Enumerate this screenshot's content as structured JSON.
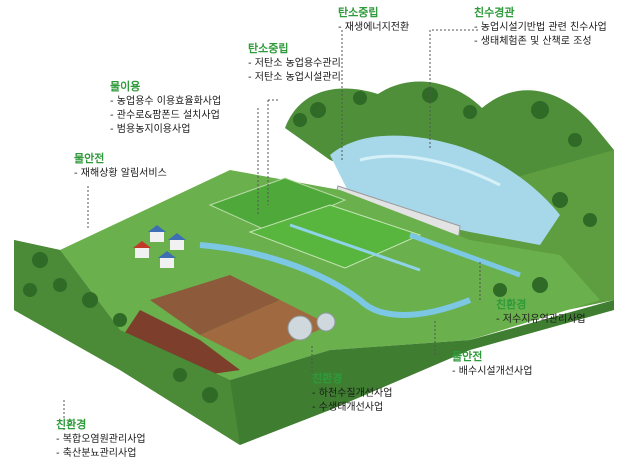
{
  "callouts": [
    {
      "id": "carbon-top",
      "category": "탄소중립",
      "items": [
        "재생에너지전환"
      ]
    },
    {
      "id": "water-friendly",
      "category": "친수경관",
      "items": [
        "농업시설기반법 관련 친수사업",
        "생태체험존 및 산책로 조성"
      ]
    },
    {
      "id": "carbon-mid",
      "category": "탄소중립",
      "items": [
        "저탄소 농업용수관리",
        "저탄소 농업시설관리"
      ]
    },
    {
      "id": "water-use",
      "category": "물이용",
      "items": [
        "농업용수 이용효율화사업",
        "관수로&팜폰드 설치사업",
        "범용농지이용사업"
      ]
    },
    {
      "id": "water-safety-left",
      "category": "물안전",
      "items": [
        "재해상황 알림서비스"
      ]
    },
    {
      "id": "eco-right",
      "category": "친환경",
      "items": [
        "저수지유역관리사업"
      ]
    },
    {
      "id": "water-safety-bottom",
      "category": "물안전",
      "items": [
        "배수시설개선사업"
      ]
    },
    {
      "id": "eco-center",
      "category": "친환경",
      "items": [
        "하천수질개선사업",
        "수생태개선사업"
      ]
    },
    {
      "id": "eco-left",
      "category": "친환경",
      "items": [
        "복합오염원관리사업",
        "축산분뇨관리사업"
      ]
    }
  ]
}
